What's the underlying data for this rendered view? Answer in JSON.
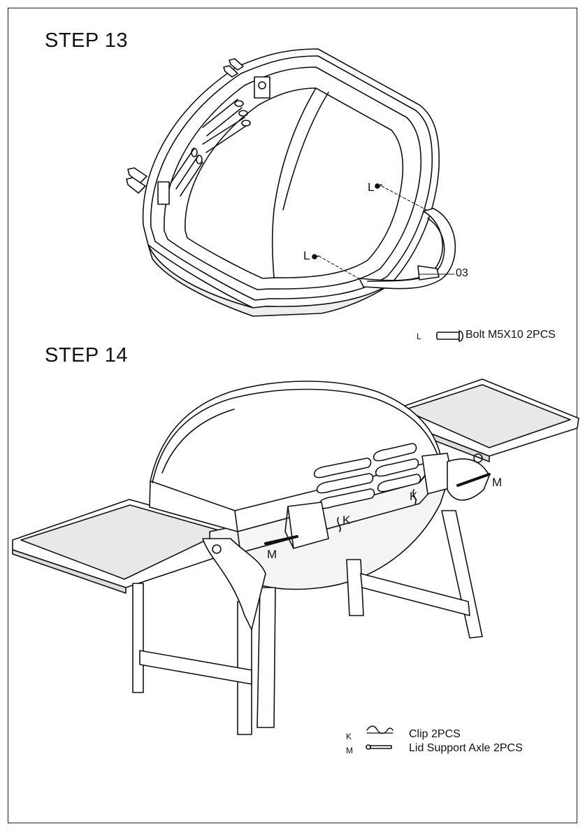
{
  "step13": {
    "title": "STEP 13",
    "callout_l": "L",
    "part_number": "03",
    "hardware": {
      "key": "L",
      "text": "Bolt M5X10  2PCS"
    }
  },
  "step14": {
    "title": "STEP 14",
    "callout_k": "K",
    "callout_m": "M",
    "hardware": [
      {
        "key": "K",
        "text": "Clip  2PCS"
      },
      {
        "key": "M",
        "text": "Lid Support Axle  2PCS"
      }
    ]
  }
}
